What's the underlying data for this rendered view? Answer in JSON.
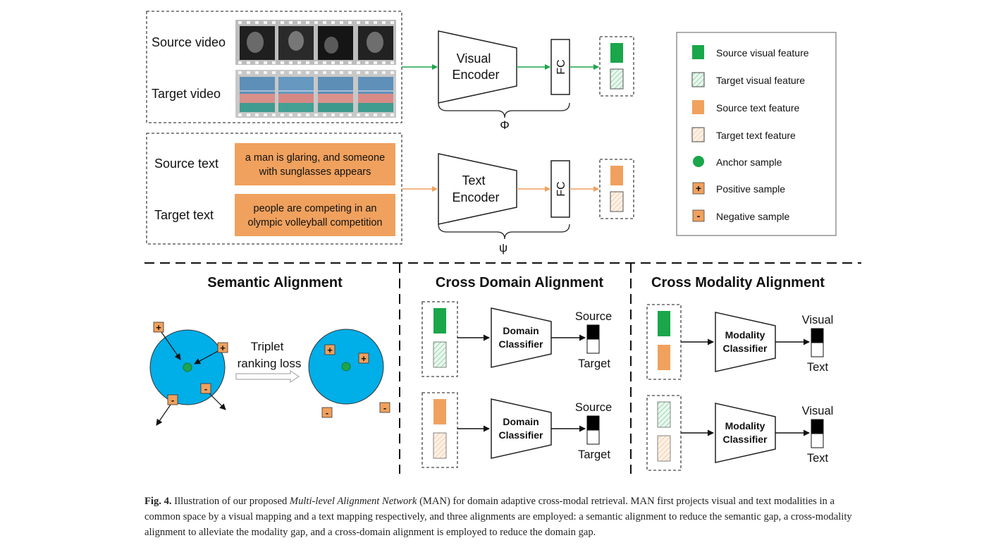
{
  "top_panel": {
    "video": {
      "source_label": "Source video",
      "target_label": "Target video",
      "encoder_line1": "Visual",
      "encoder_line2": "Encoder",
      "fc_label": "FC",
      "mapping_symbol": "Φ"
    },
    "text": {
      "source_label": "Source text",
      "target_label": "Target text",
      "source_caption_line1": "a man is glaring, and someone",
      "source_caption_line2": "with sunglasses appears",
      "target_caption_line1": "people are competing in an",
      "target_caption_line2": "olympic volleyball competition",
      "encoder_line1": "Text",
      "encoder_line2": "Encoder",
      "fc_label": "FC",
      "mapping_symbol": "ψ"
    }
  },
  "legend": {
    "items": [
      {
        "label": "Source visual feature",
        "icon": "source-visual-swatch-icon"
      },
      {
        "label": "Target visual feature",
        "icon": "target-visual-swatch-icon"
      },
      {
        "label": "Source text feature",
        "icon": "source-text-swatch-icon"
      },
      {
        "label": "Target text feature",
        "icon": "target-text-swatch-icon"
      },
      {
        "label": "Anchor sample",
        "icon": "anchor-circle-icon"
      },
      {
        "label": "Positive sample",
        "icon": "plus-box-icon"
      },
      {
        "label": "Negative sample",
        "icon": "minus-box-icon"
      }
    ]
  },
  "semantic": {
    "title": "Semantic Alignment",
    "arrow_line1": "Triplet",
    "arrow_line2": "ranking loss",
    "plus": "+",
    "minus": "-"
  },
  "cross_domain": {
    "title": "Cross Domain Alignment",
    "classifier_line1": "Domain",
    "classifier_line2": "Classifier",
    "out_top": "Source",
    "out_bottom": "Target"
  },
  "cross_modality": {
    "title": "Cross Modality Alignment",
    "classifier_line1": "Modality",
    "classifier_line2": "Classifier",
    "out_top": "Visual",
    "out_bottom": "Text"
  },
  "caption": {
    "label": "Fig. 4.",
    "part1": " Illustration of our proposed ",
    "emphasis": "Multi-level Alignment Network",
    "part2": " (MAN) for domain adaptive cross-modal retrieval. MAN first projects visual and text modalities in a common space by a visual mapping and a text mapping respectively, and three alignments are employed: a semantic alignment to reduce the semantic gap, a cross-modality alignment to alleviate the modality gap, and a cross-domain alignment is employed to reduce the domain gap."
  },
  "colors": {
    "green": "#1aa64a",
    "orange": "#f0a15e",
    "blue": "#00aee8",
    "green_light": "#cfeedb",
    "orange_light": "#f9e2cc"
  }
}
